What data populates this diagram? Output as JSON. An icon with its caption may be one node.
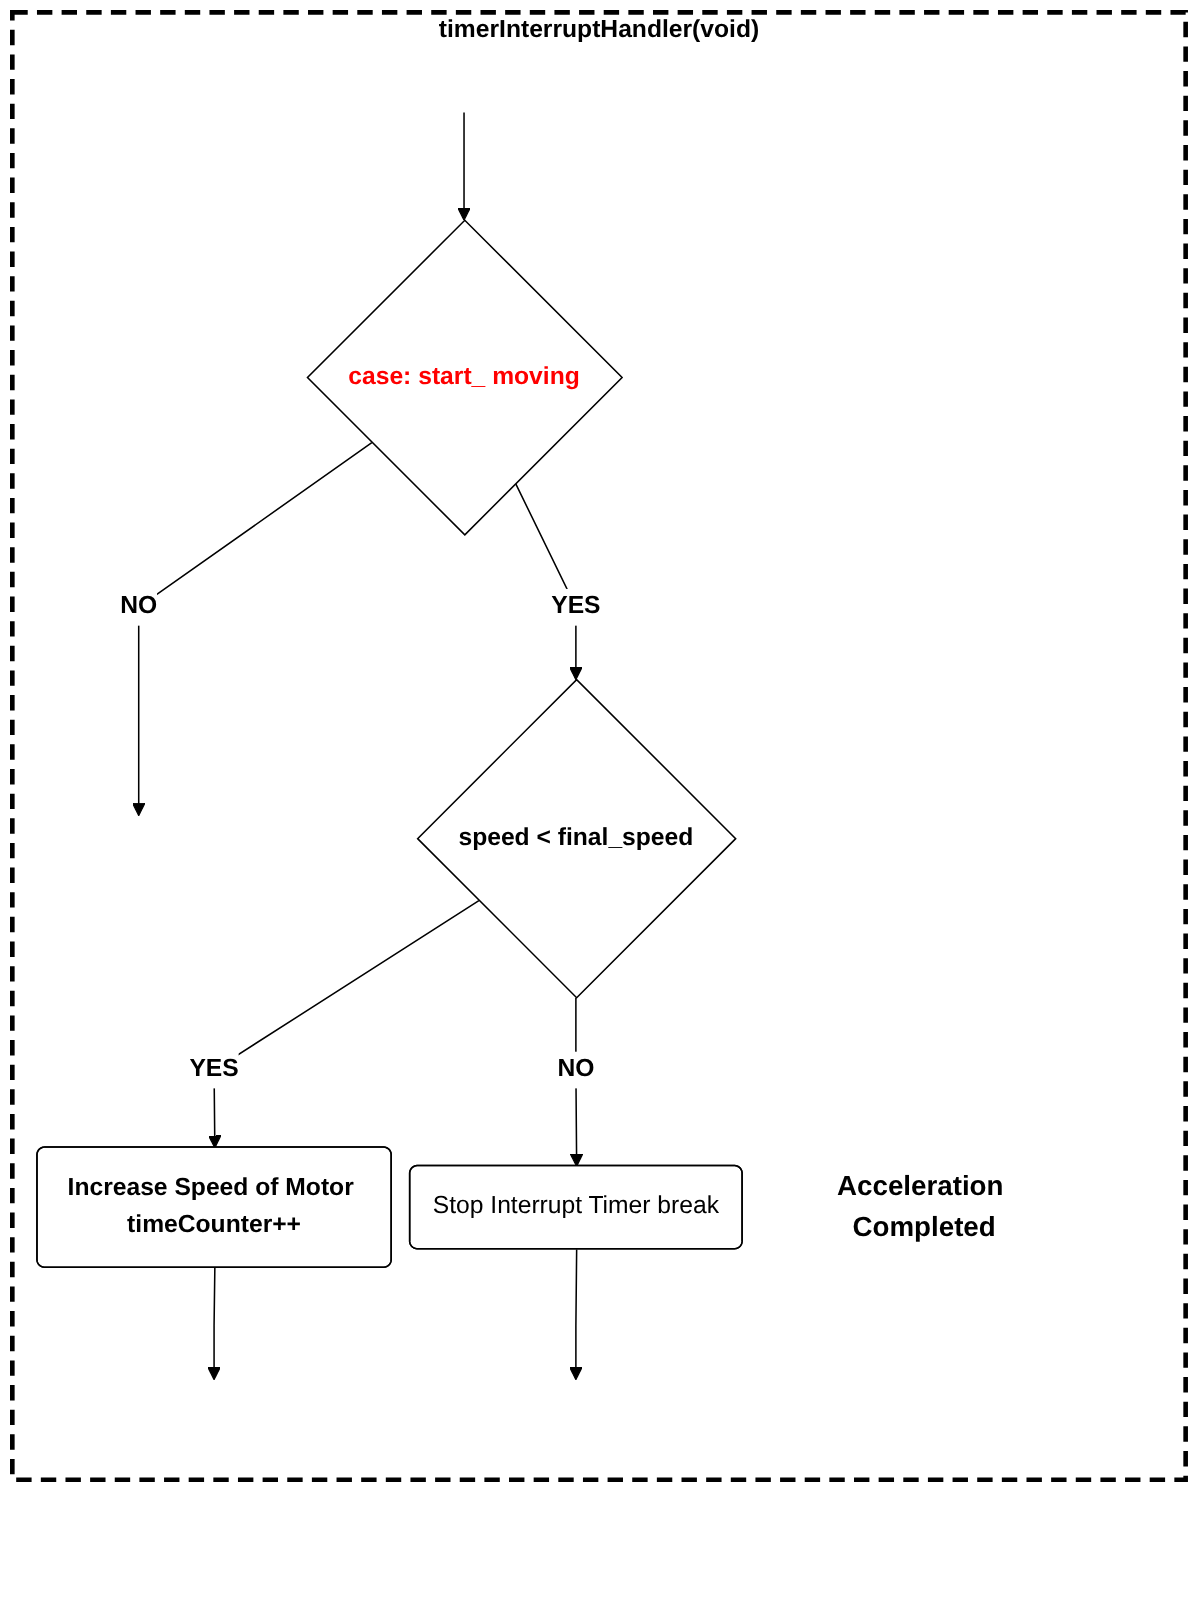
{
  "diagram": {
    "nodes": [
      {
        "text": [
          "timerInterruptHandler(void)"
        ]
      },
      {
        "text": [
          "case: start_ moving"
        ],
        "in": 0
      },
      {
        "text": [
          "speed < final_speed"
        ],
        "in": 0
      },
      {
        "text": [
          "Increase Speed of Motor timeCounter++"
        ],
        "in": 0
      },
      {
        "text": [
          "Stop Interrupt Timer break"
        ],
        "in": 0,
        "beside": [
          "Acceleration Completed"
        ]
      }
    ],
    "edges": [
      {
        "from": null,
        "to": 1,
        "arrow": "to"
      },
      {
        "from": 1,
        "to": null,
        "arrow": "to",
        "label": "NO"
      },
      {
        "from": 1,
        "to": 2,
        "arrow": "to",
        "label": "YES"
      },
      {
        "from": 2,
        "to": 3,
        "arrow": "to",
        "label": "YES"
      },
      {
        "from": 3,
        "to": null,
        "arrow": "to"
      },
      {
        "from": 2,
        "to": 4,
        "arrow": "to",
        "label": "NO"
      },
      {
        "from": 4,
        "to": null,
        "arrow": "to"
      }
    ]
  }
}
